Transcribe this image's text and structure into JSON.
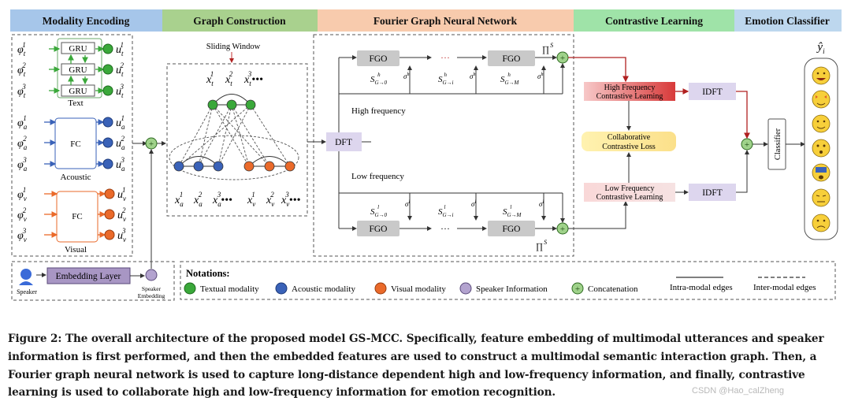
{
  "headers": {
    "modality": "Modality Encoding",
    "graph": "Graph Construction",
    "fourier": "Fourier Graph Neural Network",
    "contrast": "Contrastive Learning",
    "classifier": "Emotion Classifier"
  },
  "colors": {
    "modality": "#a6c6ea",
    "graph": "#a9d18e",
    "fourier": "#f8cbad",
    "contrast": "#9fe3a8",
    "classifier": "#bdd7ee",
    "textual": "#3aa83a",
    "acoustic": "#3a62b8",
    "visual": "#ea6a2a",
    "speaker": "#a896c4"
  },
  "encoding": {
    "text_block": "GRU",
    "text_label": "Text",
    "acoustic_block": "FC",
    "acoustic_label": "Acoustic",
    "visual_block": "FC",
    "visual_label": "Visual",
    "embedding_layer": "Embedding Layer",
    "speaker": "Speaker",
    "speaker_embedding_1": "Speaker",
    "speaker_embedding_2": "Embedding"
  },
  "graph": {
    "sliding_window": "Sliding Window"
  },
  "fourier": {
    "dft": "DFT",
    "fgo": "FGO",
    "high_frequency": "High frequency",
    "low_frequency": "Low frequency",
    "dots": "···"
  },
  "contrastive": {
    "high_line1": "High Frequency",
    "high_line2": "Contrastive Learning",
    "collab_line1": "Collaborative",
    "collab_line2": "Contrastive Loss",
    "low_line1": "Low Frequency",
    "low_line2": "Contrastive Learning",
    "idft": "IDFT"
  },
  "classifier": {
    "label": "Classifier"
  },
  "notations": {
    "title": "Notations:",
    "textual": "Textual modality",
    "acoustic": "Acoustic modality",
    "visual": "Visual modality",
    "speaker": "Speaker Information",
    "concat": "Concatenation",
    "intra": "Intra-modal edges",
    "inter": "Inter-modal edges"
  },
  "caption": "Figure 2: The overall architecture of the proposed model GS-MCC. Specifically, feature embedding of multimodal utterances and speaker information is first performed, and then the embedded features are used to construct a multimodal semantic interaction graph. Then, a Fourier graph neural network is used to capture long-distance dependent high and low-frequency information, and finally, contrastive learning is used to collaborate high and low-frequency information for emotion recognition.",
  "watermark": "CSDN @Hao_calZheng"
}
